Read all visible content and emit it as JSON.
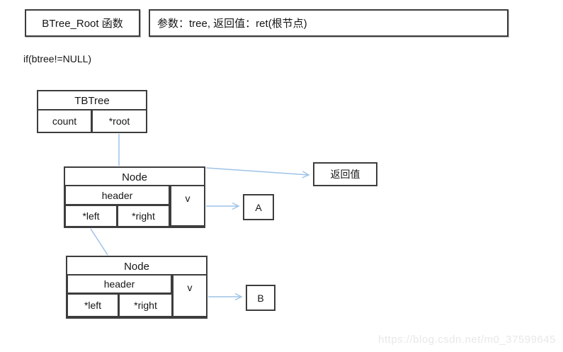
{
  "colors": {
    "connector": "#9dc3e6",
    "border": "#3d3d3d",
    "text": "#161616",
    "watermark": "#e8e8e8"
  },
  "header": {
    "function_box": "BTree_Root 函数",
    "params_box": "参数：tree, 返回值：ret(根节点)"
  },
  "condition": "if(btree!=NULL)",
  "tbtree": {
    "title": "TBTree",
    "count": "count",
    "root": "*root"
  },
  "nodes": [
    {
      "title": "Node",
      "header": "header",
      "value": "v",
      "left": "*left",
      "right": "*right"
    },
    {
      "title": "Node",
      "header": "header",
      "value": "v",
      "left": "*left",
      "right": "*right"
    }
  ],
  "return_box": "返回值",
  "leaf_a": "A",
  "leaf_b": "B",
  "watermark": "https://blog.csdn.net/m0_37599645"
}
